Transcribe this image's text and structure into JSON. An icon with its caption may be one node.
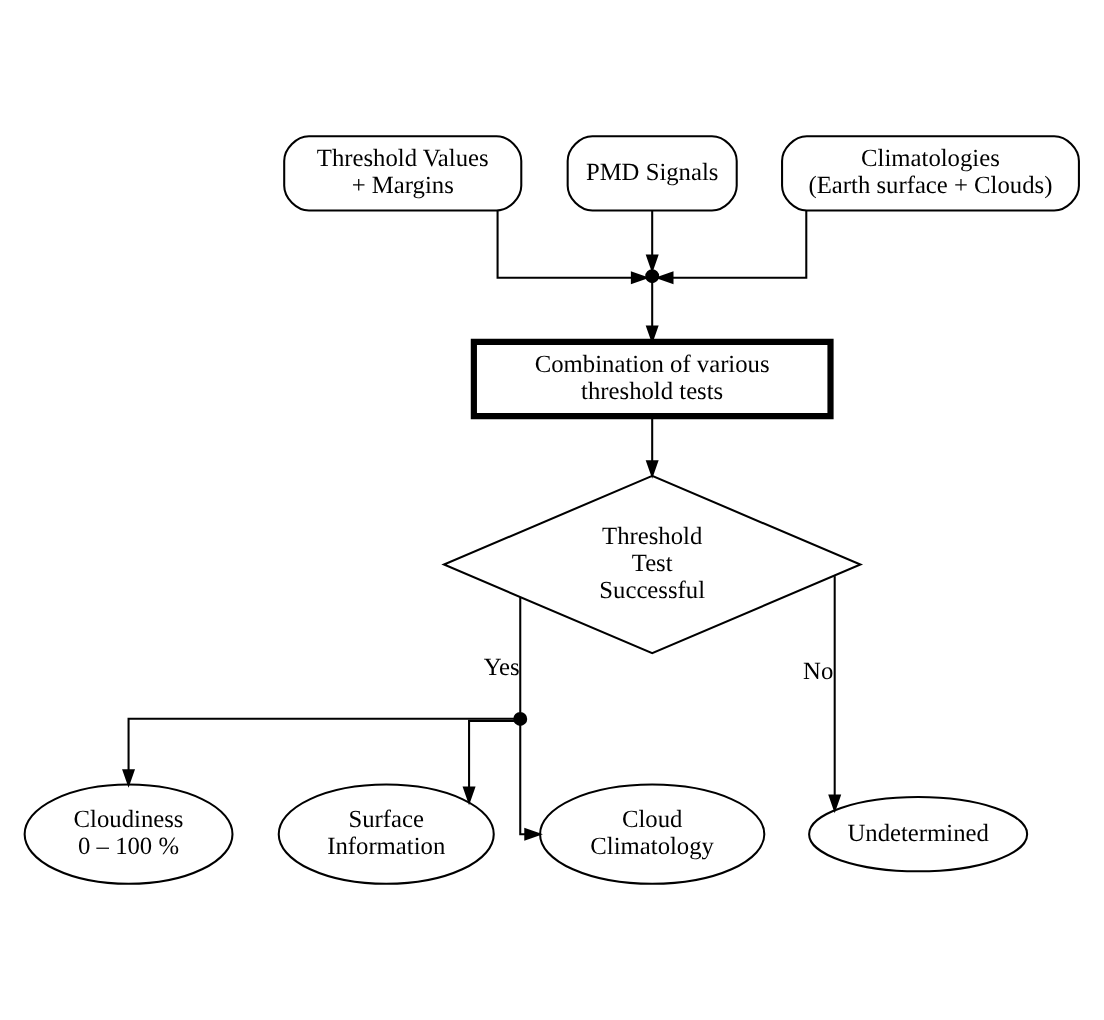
{
  "diagram": {
    "nodes": [
      {
        "text": [
          "Threshold Values + Margins"
        ]
      },
      {
        "text": [
          "PMD Signals"
        ]
      },
      {
        "text": [
          "Climatologies (Earth surface + Clouds)"
        ]
      },
      {
        "text": [],
        "shape": "dot"
      },
      {
        "text": [
          "Combination of various threshold tests"
        ]
      },
      {
        "text": [
          "Threshold Test Successful"
        ]
      },
      {
        "text": [],
        "shape": "dot"
      },
      {
        "text": [
          "Undetermined"
        ]
      },
      {
        "text": [
          "Cloudiness 0 – 100 %"
        ]
      },
      {
        "text": [
          "Surface Information"
        ]
      },
      {
        "text": [
          "Cloud Climatology"
        ]
      }
    ],
    "edges": [
      {
        "from": 0,
        "to": 3,
        "arrow": "to"
      },
      {
        "from": 1,
        "to": 3,
        "arrow": "to"
      },
      {
        "from": 2,
        "to": 3,
        "arrow": "to"
      },
      {
        "from": 3,
        "to": 4,
        "arrow": "to"
      },
      {
        "from": 4,
        "to": 5,
        "arrow": "to"
      },
      {
        "from": 5,
        "to": 7,
        "label": "No",
        "arrow": "to"
      },
      {
        "from": 5,
        "to": 6,
        "label": "Yes",
        "arrow": "none"
      },
      {
        "from": 6,
        "to": 8,
        "arrow": "to"
      },
      {
        "from": 6,
        "to": 9,
        "arrow": "to"
      },
      {
        "from": 6,
        "to": 10,
        "arrow": "to"
      }
    ]
  }
}
